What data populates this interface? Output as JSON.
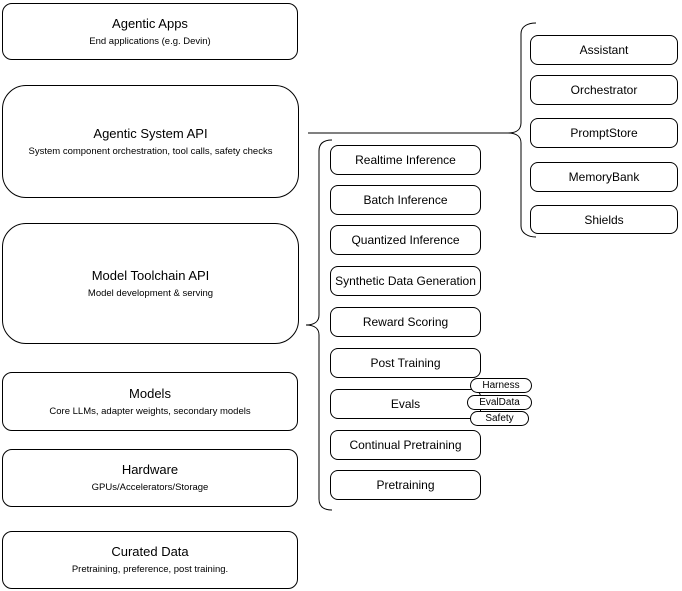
{
  "diagram": {
    "background_color": "#ffffff",
    "stroke_color": "#000000",
    "text_color": "#000000",
    "shapes": {
      "toolchain_brace": "curly-brace-left",
      "system_components_brace": "curly-brace-left",
      "system_api_connector": "horizontal-line"
    },
    "left_stack": [
      {
        "title": "Agentic Apps",
        "subtitle": "End applications (e.g. Devin)"
      },
      {
        "title": "Agentic System API",
        "subtitle": "System component orchestration, tool calls, safety checks"
      },
      {
        "title": "Model Toolchain API",
        "subtitle": "Model development & serving"
      },
      {
        "title": "Models",
        "subtitle": "Core LLMs, adapter weights, secondary models"
      },
      {
        "title": "Hardware",
        "subtitle": "GPUs/Accelerators/Storage"
      },
      {
        "title": "Curated Data",
        "subtitle": "Pretraining, preference, post training."
      }
    ],
    "toolchain_stack": [
      "Realtime Inference",
      "Batch Inference",
      "Quantized Inference",
      "Synthetic Data Generation",
      "Reward Scoring",
      "Post Training",
      "Evals",
      "Continual Pretraining",
      "Pretraining"
    ],
    "system_components": [
      "Assistant",
      "Orchestrator",
      "PromptStore",
      "MemoryBank",
      "Shields"
    ],
    "eval_tags": [
      "Harness",
      "EvalData",
      "Safety"
    ]
  }
}
